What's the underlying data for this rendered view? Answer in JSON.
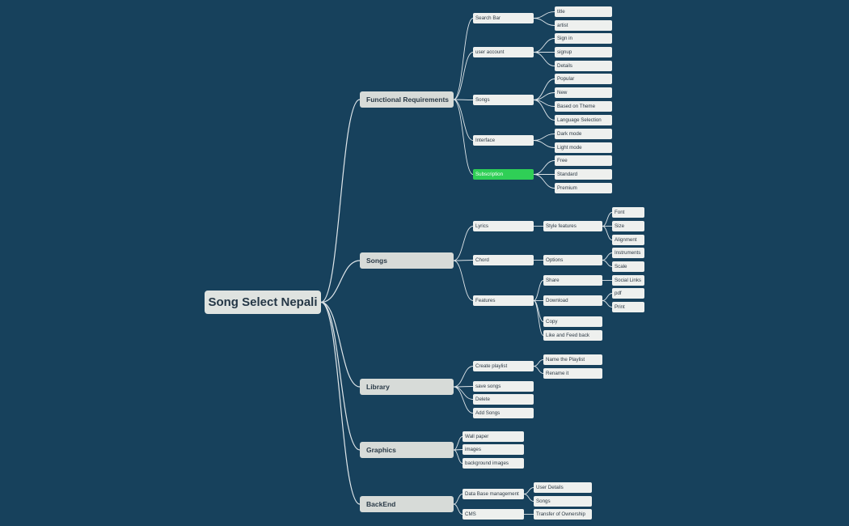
{
  "mindmap": {
    "root": {
      "id": "root",
      "label": "Song Select Nepali"
    },
    "nodes": [
      {
        "id": "fr",
        "label": "Functional Requirements",
        "parent": "root"
      },
      {
        "id": "sb",
        "label": "Search Bar",
        "parent": "fr"
      },
      {
        "id": "title",
        "label": "title",
        "parent": "sb"
      },
      {
        "id": "artist",
        "label": "artist",
        "parent": "sb"
      },
      {
        "id": "ua",
        "label": "user account",
        "parent": "fr"
      },
      {
        "id": "signin",
        "label": "Sign in",
        "parent": "ua"
      },
      {
        "id": "signup",
        "label": "signup",
        "parent": "ua"
      },
      {
        "id": "details",
        "label": "Details",
        "parent": "ua"
      },
      {
        "id": "songs1",
        "label": "Songs",
        "parent": "fr"
      },
      {
        "id": "popular",
        "label": "Popular",
        "parent": "songs1"
      },
      {
        "id": "new",
        "label": "New",
        "parent": "songs1"
      },
      {
        "id": "theme",
        "label": "Based on Theme",
        "parent": "songs1"
      },
      {
        "id": "lang",
        "label": "Language Selection",
        "parent": "songs1"
      },
      {
        "id": "iface",
        "label": "Interface",
        "parent": "fr"
      },
      {
        "id": "dark",
        "label": "Dark mode",
        "parent": "iface"
      },
      {
        "id": "light",
        "label": "Light mode",
        "parent": "iface"
      },
      {
        "id": "subs",
        "label": "Subscription",
        "parent": "fr",
        "highlight": true
      },
      {
        "id": "free",
        "label": "Free",
        "parent": "subs"
      },
      {
        "id": "standard",
        "label": "Standard",
        "parent": "subs"
      },
      {
        "id": "premium",
        "label": "Premium",
        "parent": "subs"
      },
      {
        "id": "songs",
        "label": "Songs",
        "parent": "root"
      },
      {
        "id": "lyrics",
        "label": "Lyrics",
        "parent": "songs"
      },
      {
        "id": "style",
        "label": "Style features",
        "parent": "lyrics"
      },
      {
        "id": "font",
        "label": "Font",
        "parent": "style"
      },
      {
        "id": "size",
        "label": "Size",
        "parent": "style"
      },
      {
        "id": "align",
        "label": "Alignment",
        "parent": "style"
      },
      {
        "id": "chord",
        "label": "Chord",
        "parent": "songs"
      },
      {
        "id": "options",
        "label": "Options",
        "parent": "chord"
      },
      {
        "id": "instr",
        "label": "Instruments",
        "parent": "options"
      },
      {
        "id": "scale",
        "label": "Scale",
        "parent": "options"
      },
      {
        "id": "features",
        "label": "Features",
        "parent": "songs"
      },
      {
        "id": "share",
        "label": "Share",
        "parent": "features"
      },
      {
        "id": "social",
        "label": "Social Links",
        "parent": "share"
      },
      {
        "id": "download",
        "label": "Download",
        "parent": "features"
      },
      {
        "id": "pdf",
        "label": "pdf",
        "parent": "download"
      },
      {
        "id": "print",
        "label": "Print",
        "parent": "download"
      },
      {
        "id": "copy",
        "label": "Copy",
        "parent": "features"
      },
      {
        "id": "like",
        "label": "Like and Feed back",
        "parent": "features"
      },
      {
        "id": "library",
        "label": "Library",
        "parent": "root"
      },
      {
        "id": "create",
        "label": "Create playlist",
        "parent": "library"
      },
      {
        "id": "nameplaylist",
        "label": "Name the Playlist",
        "parent": "create"
      },
      {
        "id": "rename",
        "label": "Rename it",
        "parent": "create"
      },
      {
        "id": "save",
        "label": "save songs",
        "parent": "library"
      },
      {
        "id": "delete",
        "label": "Delete",
        "parent": "library"
      },
      {
        "id": "addsongs",
        "label": "Add Songs",
        "parent": "library"
      },
      {
        "id": "graphics",
        "label": "Graphics",
        "parent": "root"
      },
      {
        "id": "wall",
        "label": "Wall paper",
        "parent": "graphics"
      },
      {
        "id": "images",
        "label": "images",
        "parent": "graphics"
      },
      {
        "id": "bg",
        "label": "background images",
        "parent": "graphics"
      },
      {
        "id": "backend",
        "label": "BackEnd",
        "parent": "root"
      },
      {
        "id": "dbm",
        "label": "Data Base management",
        "parent": "backend"
      },
      {
        "id": "userdetails",
        "label": "User Details",
        "parent": "dbm"
      },
      {
        "id": "songsdb",
        "label": "Songs",
        "parent": "dbm"
      },
      {
        "id": "cms",
        "label": "CMS",
        "parent": "backend"
      },
      {
        "id": "transfer",
        "label": "Transfer of Ownership",
        "parent": "cms"
      }
    ]
  },
  "colors": {
    "background": "#17415c",
    "node": "#eef0ee",
    "branch": "#d7dbd8",
    "highlight": "#2fcf56",
    "line": "#dfe6ea"
  }
}
